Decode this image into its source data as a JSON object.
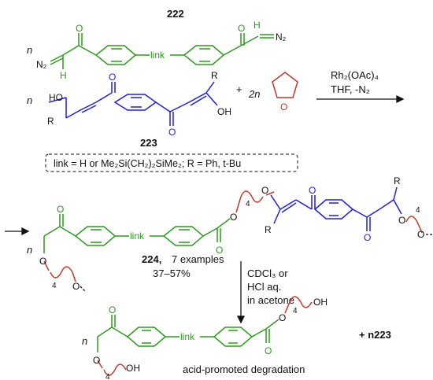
{
  "colors": {
    "green": "#2e9a1f",
    "blue": "#1f1fd6",
    "red": "#c0392b",
    "black": "#111111"
  },
  "compounds": {
    "c222": "222",
    "c223": "223",
    "c224": "224,",
    "c224_note": "7 examples",
    "c224_yield": "37–57%",
    "n223": "+ n223"
  },
  "labels": {
    "n": "n",
    "two_n": "2n",
    "plus": "+",
    "link": "link",
    "N2": "N₂",
    "H": "H",
    "HO": "HO",
    "OH": "OH",
    "R": "R",
    "O": "O",
    "four": "4",
    "sub4": "4"
  },
  "reagents": {
    "step1_line1": "Rh₂(OAc)₄",
    "step1_line2": "THF, -N₂",
    "step2_line1": "CDCl₃ or",
    "step2_line2": "HCl aq.",
    "step2_line3": "in acetone"
  },
  "boxed_note": "link = H or Me₂Si(CH₂)₂SiMe₂; R = Ph, t-Bu",
  "caption": "acid-promoted degradation"
}
